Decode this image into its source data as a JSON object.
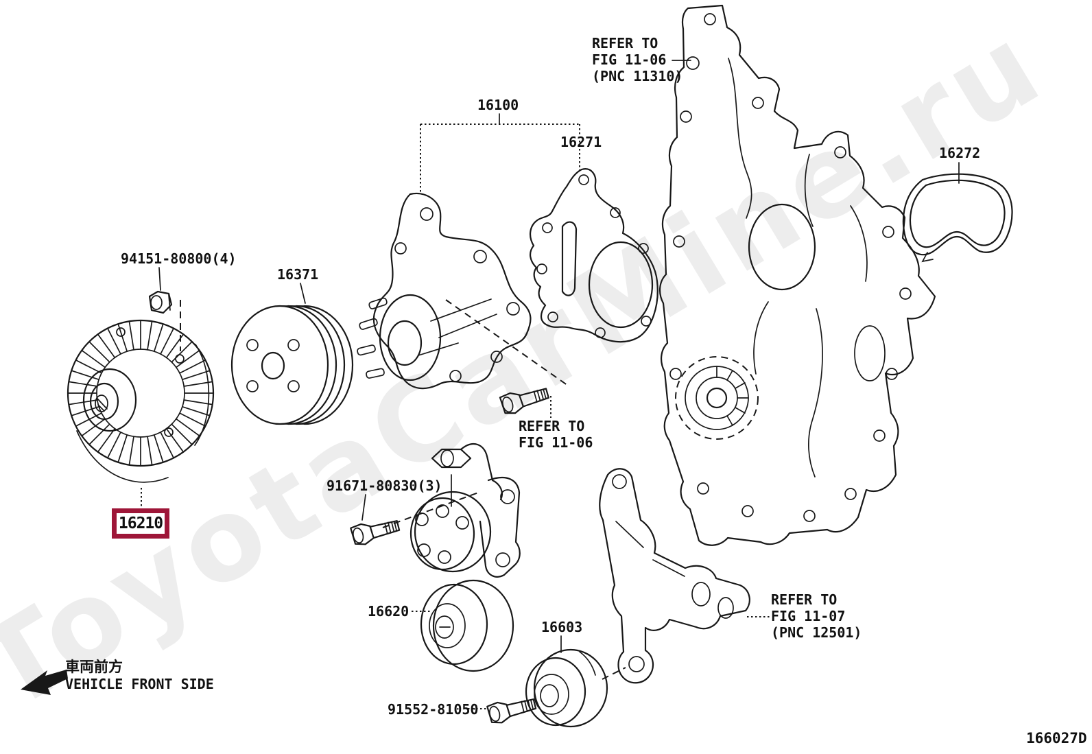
{
  "diagram": {
    "doc_number": "166027D",
    "watermark": "ToyotaCarMine.ru",
    "front_side_jp": "車両前方",
    "front_side_en": "VEHICLE FRONT SIDE"
  },
  "colors": {
    "line": "#181818",
    "highlight_box": "#9e1638",
    "watermark": "#ededed",
    "background": "#ffffff"
  },
  "labels": {
    "p16100": "16100",
    "p16271": "16271",
    "p16272": "16272",
    "p16371": "16371",
    "p16210": "16210",
    "p16620": "16620",
    "p16603": "16603",
    "p94151": "94151-80800(4)",
    "p91671": "91671-80830(3)",
    "p91552": "91552-81050",
    "refer_top": [
      "REFER TO",
      "FIG 11-06",
      "(PNC 11310)"
    ],
    "refer_mid": [
      "REFER TO",
      "FIG 11-06"
    ],
    "refer_right": [
      "REFER TO",
      "FIG 11-07",
      "(PNC 12501)"
    ]
  }
}
